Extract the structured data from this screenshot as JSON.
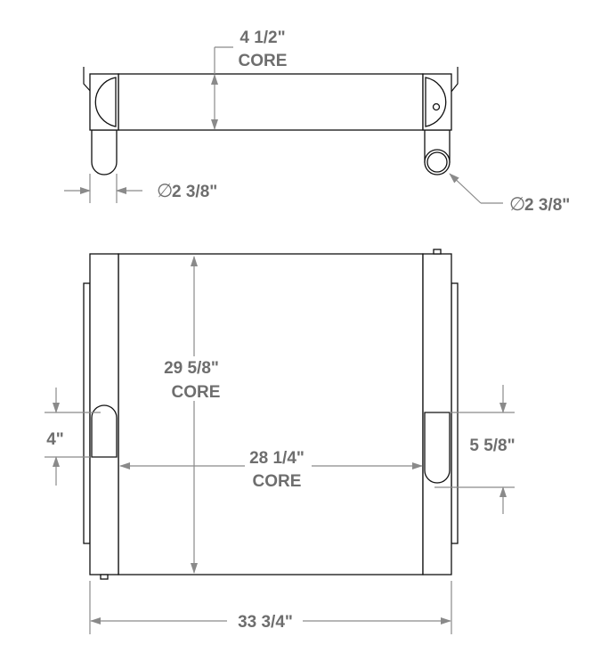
{
  "top_view": {
    "core_depth": "4 1/2\"",
    "core_depth_label": "CORE",
    "inlet_diameter": "2 3/8\"",
    "outlet_diameter": "2 3/8\"",
    "diameter_symbol": "∅"
  },
  "front_view": {
    "core_height": "29 5/8\"",
    "core_height_label": "CORE",
    "core_width": "28 1/4\"",
    "core_width_label": "CORE",
    "overall_width": "33 3/4\"",
    "inlet_height": "4\"",
    "outlet_height": "5 5/8\""
  },
  "colors": {
    "dimension": "#6e6e6e",
    "outline": "#111111"
  }
}
